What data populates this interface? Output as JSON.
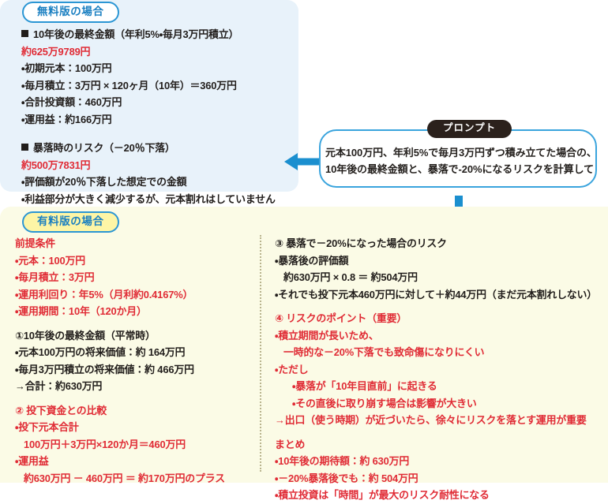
{
  "colors": {
    "free_panel_bg": "#e8f2fa",
    "paid_panel_bg": "#fbfbe6",
    "badge_border_blue": "#2b96d4",
    "badge_text_blue": "#1a7fc1",
    "paid_badge_fill": "#fdf5a6",
    "prompt_badge_bg": "#2b211c",
    "arrow_blue": "#1b8fcf",
    "accent_red": "#e02b35",
    "body_black": "#211d1b",
    "divider": "#b9b48e"
  },
  "free_section": {
    "badge_label": "無料版の場合",
    "blocks": [
      {
        "heading": "10年後の最終金額（年利5%・毎月3万円積立）",
        "heading_marker": "square",
        "amount": "約625万9789円",
        "items": [
          "・初期元本：100万円",
          "・毎月積立：3万円 × 120ヶ月（10年）＝360万円",
          "・合計投資額：460万円",
          "・運用益：約166万円"
        ]
      },
      {
        "heading": "暴落時のリスク（－20％下落）",
        "heading_marker": "square",
        "amount": "約500万7831円",
        "items": [
          "・評価額が20％下落した想定での金額",
          "・利益部分が大きく減少するが、元本割れはしていません"
        ]
      }
    ]
  },
  "prompt_section": {
    "badge_label": "プロンプト",
    "lines": [
      "元本100万円、年利5%で毎月3万円ずつ積み立てた場合の、",
      "10年後の最終金額と、暴落で-20%になるリスクを計算して"
    ]
  },
  "arrows": {
    "left_arrow_name": "arrow-left-icon",
    "down_arrow_name": "arrow-down-icon"
  },
  "paid_section": {
    "badge_label": "有料版の場合",
    "left_column": [
      {
        "text": "前提条件",
        "color": "red",
        "indent": 0
      },
      {
        "text": "・元本：100万円",
        "color": "red",
        "indent": 0
      },
      {
        "text": "・毎月積立：3万円",
        "color": "red",
        "indent": 0
      },
      {
        "text": "・運用利回り：年5%（月利約0.4167%）",
        "color": "red",
        "indent": 0
      },
      {
        "text": "・運用期間：10年（120か月）",
        "color": "red",
        "indent": 0
      },
      {
        "text": "",
        "color": "spacer",
        "indent": 0
      },
      {
        "text": "①10年後の最終金額（平常時）",
        "color": "black",
        "indent": 0
      },
      {
        "text": "・元本100万円の将来価値：約 164万円",
        "color": "black",
        "indent": 0
      },
      {
        "text": "・毎月3万円積立の将来価値：約 466万円",
        "color": "black",
        "indent": 0
      },
      {
        "text": "→合計：約630万円",
        "color": "black",
        "indent": 0
      },
      {
        "text": "",
        "color": "spacer",
        "indent": 0
      },
      {
        "text": "② 投下資金との比較",
        "color": "red",
        "indent": 0
      },
      {
        "text": "・投下元本合計",
        "color": "red",
        "indent": 0
      },
      {
        "text": "100万円＋3万円×120か月＝460万円",
        "color": "red",
        "indent": 1
      },
      {
        "text": "・運用益",
        "color": "red",
        "indent": 0
      },
      {
        "text": "約630万円 － 460万円 ＝ 約170万円のプラス",
        "color": "red",
        "indent": 1
      }
    ],
    "right_column": [
      {
        "text": "③ 暴落で－20%になった場合のリスク",
        "color": "black",
        "indent": 0
      },
      {
        "text": "・暴落後の評価額",
        "color": "black",
        "indent": 0
      },
      {
        "text": "約630万円 × 0.8 ＝ 約504万円",
        "color": "black",
        "indent": 1
      },
      {
        "text": "・それでも投下元本460万円に対して＋約44万円（まだ元本割れしない）",
        "color": "black",
        "indent": 0
      },
      {
        "text": "",
        "color": "spacer",
        "indent": 0
      },
      {
        "text": "④ リスクのポイント（重要）",
        "color": "red",
        "indent": 0
      },
      {
        "text": "・積立期間が長いため、",
        "color": "red",
        "indent": 0
      },
      {
        "text": "一時的な－20%下落でも致命傷になりにくい",
        "color": "red",
        "indent": 1
      },
      {
        "text": "・ただし",
        "color": "red",
        "indent": 0
      },
      {
        "text": "・暴落が「10年目直前」に起きる",
        "color": "red",
        "indent": 2
      },
      {
        "text": "・その直後に取り崩す場合は影響が大きい",
        "color": "red",
        "indent": 2
      },
      {
        "text": "→出口（使う時期）が近づいたら、徐々にリスクを落とす運用が重要",
        "color": "red",
        "indent": 0
      },
      {
        "text": "",
        "color": "spacer",
        "indent": 0
      },
      {
        "text": "まとめ",
        "color": "red",
        "indent": 0
      },
      {
        "text": "・10年後の期待額：約 630万円",
        "color": "red",
        "indent": 0
      },
      {
        "text": "・－20%暴落後でも：約 504万円",
        "color": "red",
        "indent": 0
      },
      {
        "text": "・積立投資は「時間」が最大のリスク耐性になる",
        "color": "red",
        "indent": 0
      }
    ]
  }
}
